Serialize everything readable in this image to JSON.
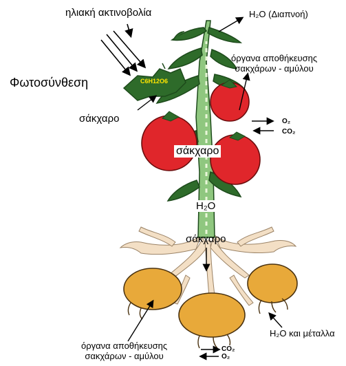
{
  "labels": {
    "solar": "ηλιακή ακτινοβολία",
    "photosynthesis": "Φωτοσύνθεση",
    "glucose": "C6H12O6",
    "sugar_left": "σάκχαρο",
    "transpiration": "H₂O (Διαπνοή)",
    "storage_top": "όργανα αποθήκευσης\nσακχάρων - αμύλου",
    "o2_top": "O₂",
    "co2_top": "CO₂",
    "sugar_middle": "σάκχαρο",
    "water_stem": "H₂O",
    "sugar_root": "σάκχαρο",
    "storage_bottom": "όργανα αποθήκευσης\nσακχάρων - αμύλου",
    "co2_bottom": "CO₂",
    "o2_bottom": "O₂",
    "water_minerals": "H₂O και μέταλλα"
  },
  "colors": {
    "leaf": "#2e6b2a",
    "leaf_dark": "#1d4a1b",
    "stem": "#8fc77f",
    "tomato": "#e0262b",
    "tuber": "#e8a93a",
    "root": "#f3dfc5",
    "glucose_text": "#ffe600"
  }
}
